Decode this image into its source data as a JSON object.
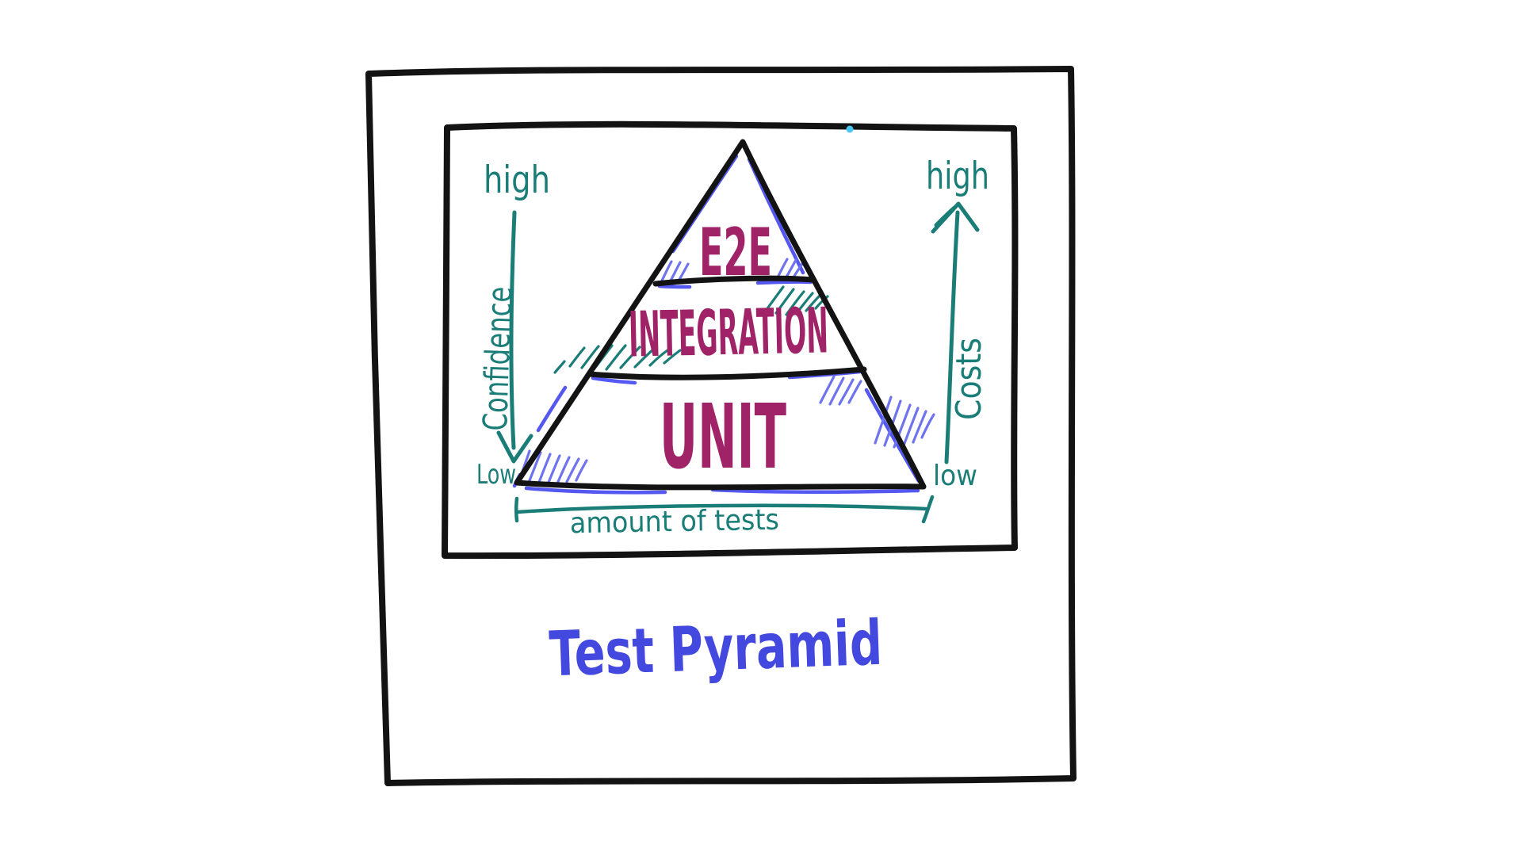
{
  "colors": {
    "ink": "#131313",
    "teal": "#1b7d78",
    "magenta": "#a02368",
    "title_blue": "#4348df",
    "hatch_blue": "#6f74ee",
    "shadow_blue": "#4347ef",
    "dot_cyan": "#47c8f3",
    "background": "#ffffff"
  },
  "title": {
    "text": "Test Pyramid"
  },
  "pyramid": {
    "layers": [
      {
        "label": "E2E"
      },
      {
        "label": "INTEGRATION"
      },
      {
        "label": "UNIT"
      }
    ]
  },
  "axes": {
    "confidence": {
      "top_label": "high",
      "axis_label": "Confidence",
      "bottom_label": "Low",
      "icon": "arrow-down"
    },
    "costs": {
      "top_label": "high",
      "axis_label": "Costs",
      "bottom_label": "low",
      "icon": "arrow-up"
    },
    "amount": {
      "axis_label": "amount of tests"
    }
  }
}
